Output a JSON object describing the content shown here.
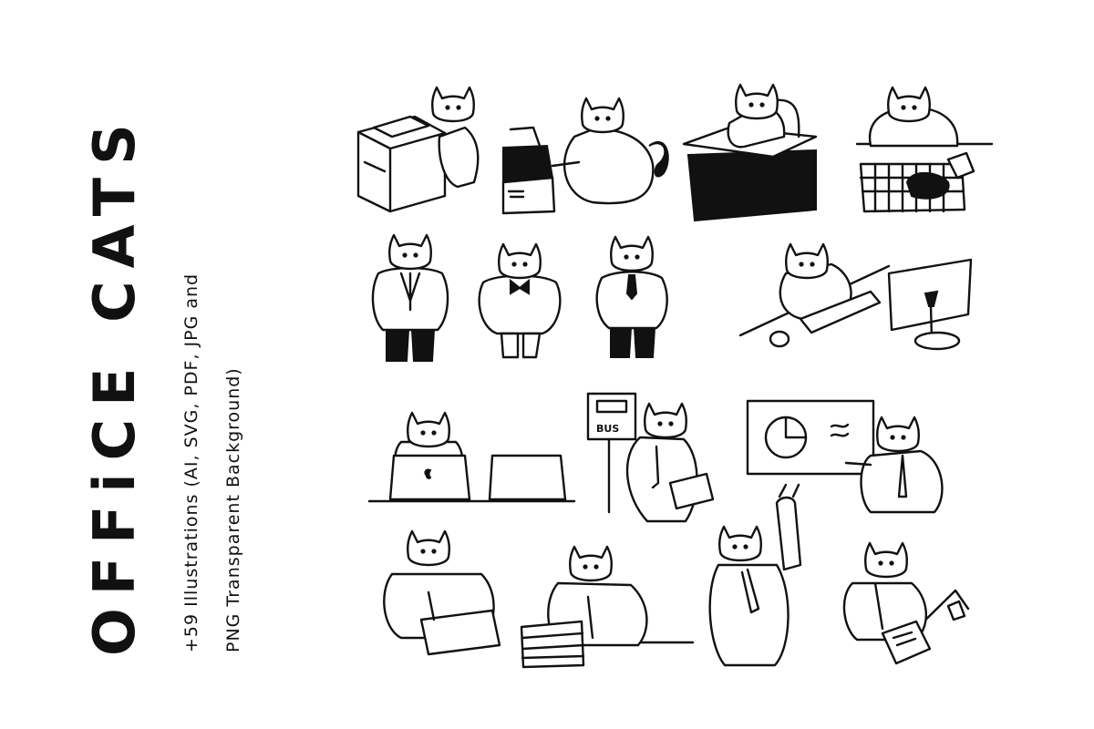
{
  "title": "OFFiCE CATS",
  "subtitle_line1": "+59 Illustrations (AI, SVG, PDF, JPG and",
  "subtitle_line2": "PNG Transparent Background)",
  "bus_sign_text": "BUS",
  "ink_color": "#111111",
  "background_color": "#ffffff",
  "illustrations": [
    "cat-at-copier",
    "cat-at-printer",
    "cat-at-scanner",
    "cat-spilling-coffee",
    "cat-in-suit",
    "cat-in-tuxedo",
    "cat-in-vest-suit",
    "cat-at-computer",
    "cat-with-laptop",
    "cat-at-bus-stop",
    "cat-presenting-chart",
    "cat-carrying-box",
    "cat-with-books",
    "cat-on-train",
    "cat-on-phone"
  ]
}
